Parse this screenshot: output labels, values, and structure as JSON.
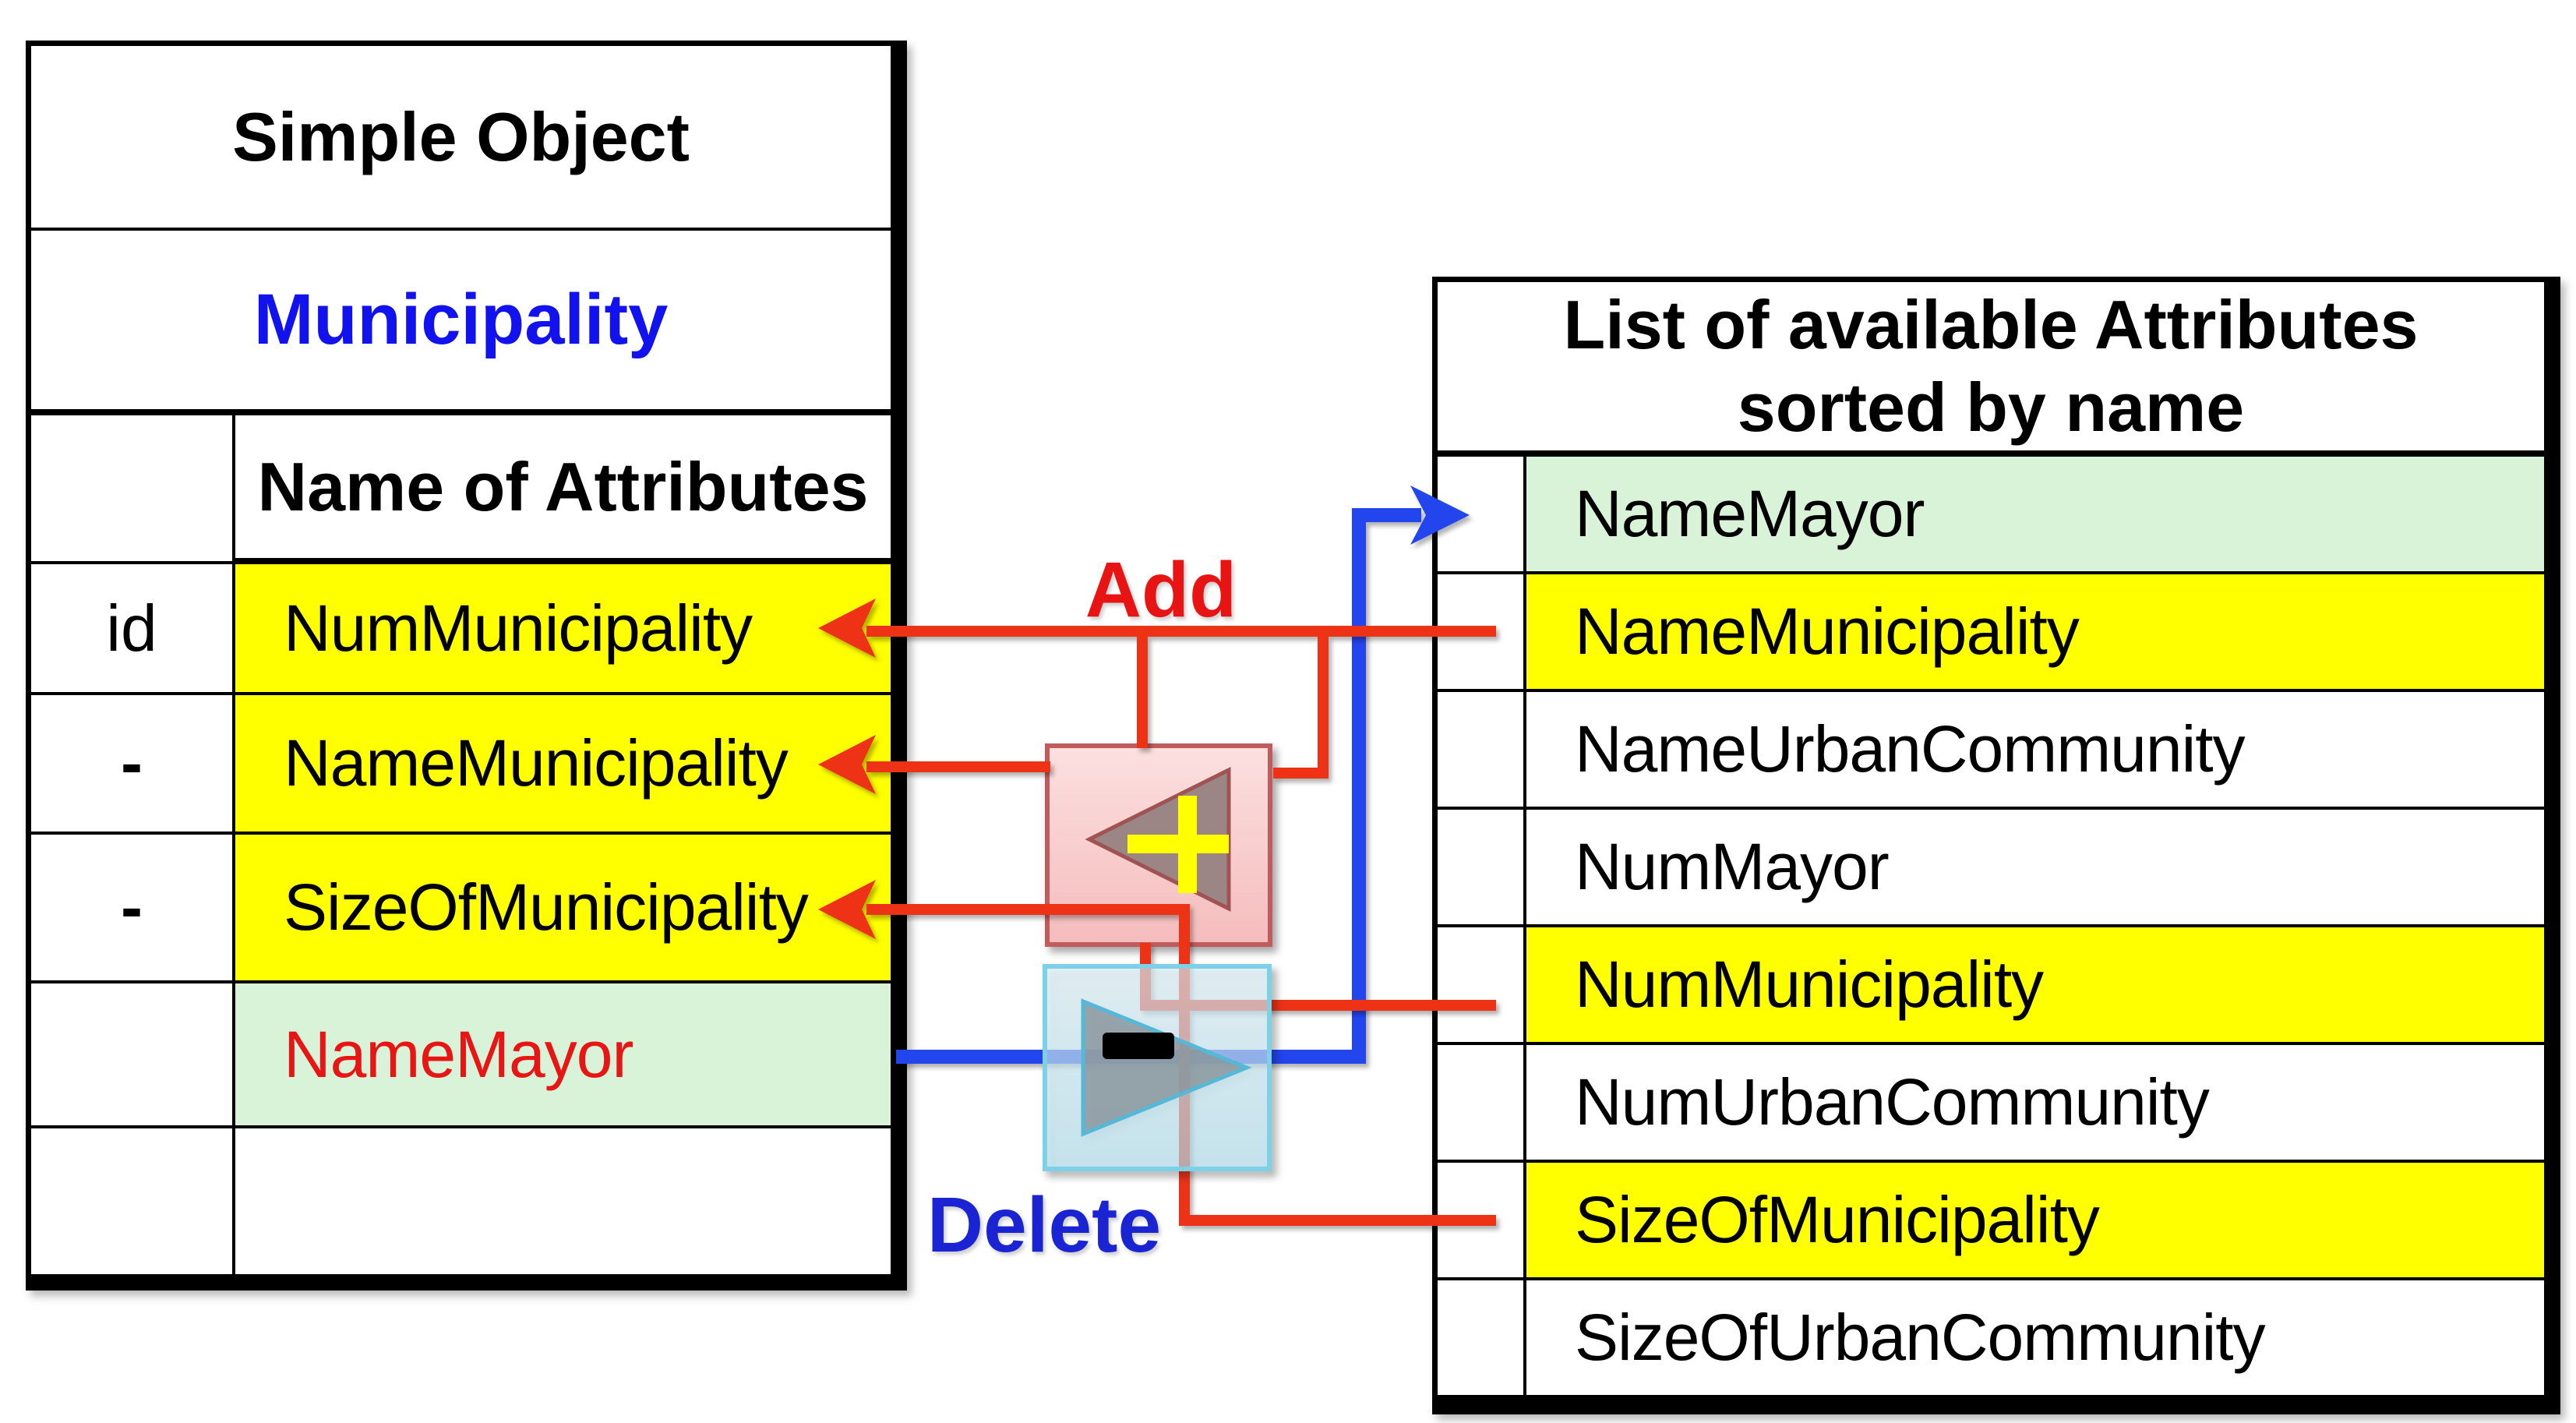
{
  "left_table": {
    "title": "Simple Object",
    "object_name": "Municipality",
    "attributes_header": "Name of Attributes",
    "rows": [
      {
        "key": "id",
        "attr": "NumMunicipality",
        "highlight": "yellow"
      },
      {
        "key": "-",
        "attr": "NameMunicipality",
        "highlight": "yellow"
      },
      {
        "key": "-",
        "attr": "SizeOfMunicipality",
        "highlight": "yellow"
      },
      {
        "key": "",
        "attr": "NameMayor",
        "highlight": "green",
        "text_color": "red"
      },
      {
        "key": "",
        "attr": "",
        "highlight": "none"
      }
    ]
  },
  "right_table": {
    "title_line1": "List of available Attributes",
    "title_line2": "sorted by name",
    "rows": [
      {
        "attr": "NameMayor",
        "highlight": "green"
      },
      {
        "attr": "NameMunicipality",
        "highlight": "yellow"
      },
      {
        "attr": "NameUrbanCommunity",
        "highlight": "none"
      },
      {
        "attr": "NumMayor",
        "highlight": "none"
      },
      {
        "attr": "NumMunicipality",
        "highlight": "yellow"
      },
      {
        "attr": "NumUrbanCommunity",
        "highlight": "none"
      },
      {
        "attr": "SizeOfMunicipality",
        "highlight": "yellow"
      },
      {
        "attr": "SizeOfUrbanCommunity",
        "highlight": "none"
      }
    ]
  },
  "actions": {
    "add_label": "Add",
    "delete_label": "Delete"
  },
  "icons": {
    "add_button": "left-triangle-with-plus-icon",
    "delete_button": "right-triangle-with-minus-icon"
  },
  "colors": {
    "yellow_highlight": "#ffff00",
    "green_highlight": "#d9f3d9",
    "add_red": "#e81414",
    "delete_blue": "#1b24d2",
    "line_red": "#ee3112",
    "line_blue": "#2244ee",
    "object_name_blue": "#1212ee",
    "attr_red_text": "#e81515",
    "add_box_fill": "#f8caca",
    "add_box_border": "#c25b5b",
    "delete_box_fill": "#bfe6f2",
    "delete_box_border": "#7ed0e6",
    "triangle_gray": "#9c8585",
    "plus_yellow": "#ffff00",
    "minus_black": "#000000"
  }
}
